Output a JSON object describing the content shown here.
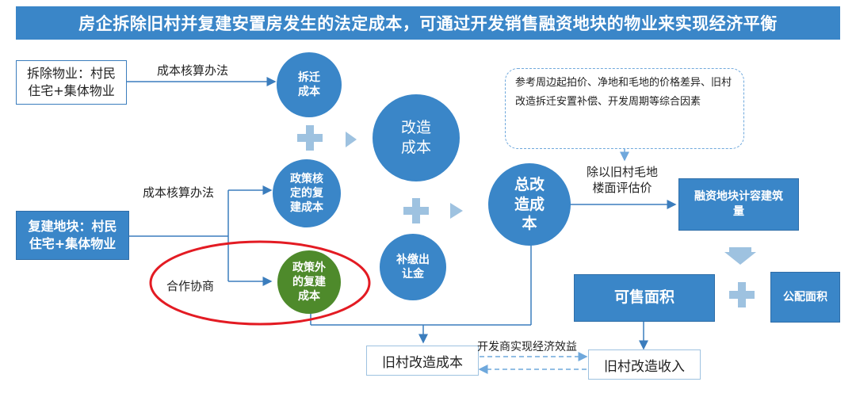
{
  "title": "房企拆除旧村并复建安置房发生的法定成本，可通过开发销售融资地块的物业来实现经济平衡",
  "nodes": {
    "demolish_property": "拆除物业：村民\n住宅+集体物业",
    "rebuild_land": "复建地块：村民\n住宅+集体物业",
    "relocation_cost": "拆迁\n成本",
    "policy_rebuild_cost": "政策核\n定的复\n建成本",
    "extra_rebuild_cost": "政策外\n的复建\n成本",
    "renovation_cost": "改造\n成本",
    "land_premium": "补缴出\n让金",
    "total_renovation_cost": "总改\n造成\n本",
    "financing_land_area": "融资地块计容建筑\n量",
    "saleable_area": "可售面积",
    "public_area": "公配面积",
    "village_cost": "旧村改造成本",
    "village_income": "旧村改造收入"
  },
  "labels": {
    "cost_method_1": "成本核算办法",
    "cost_method_2": "成本核算办法",
    "cooperation": "合作协商",
    "divide_by": "除以旧村毛地\n楼面评估价",
    "developer_benefit": "开发商实现经济效益"
  },
  "note": "参考周边起拍价、净地和毛地的价格差异、旧村改造拆迁安置补偿、开发周期等综合因素",
  "colors": {
    "primary": "#3a86c8",
    "green": "#4e8a2b",
    "highlight": "#e31b23",
    "light": "#9ec2e0"
  }
}
